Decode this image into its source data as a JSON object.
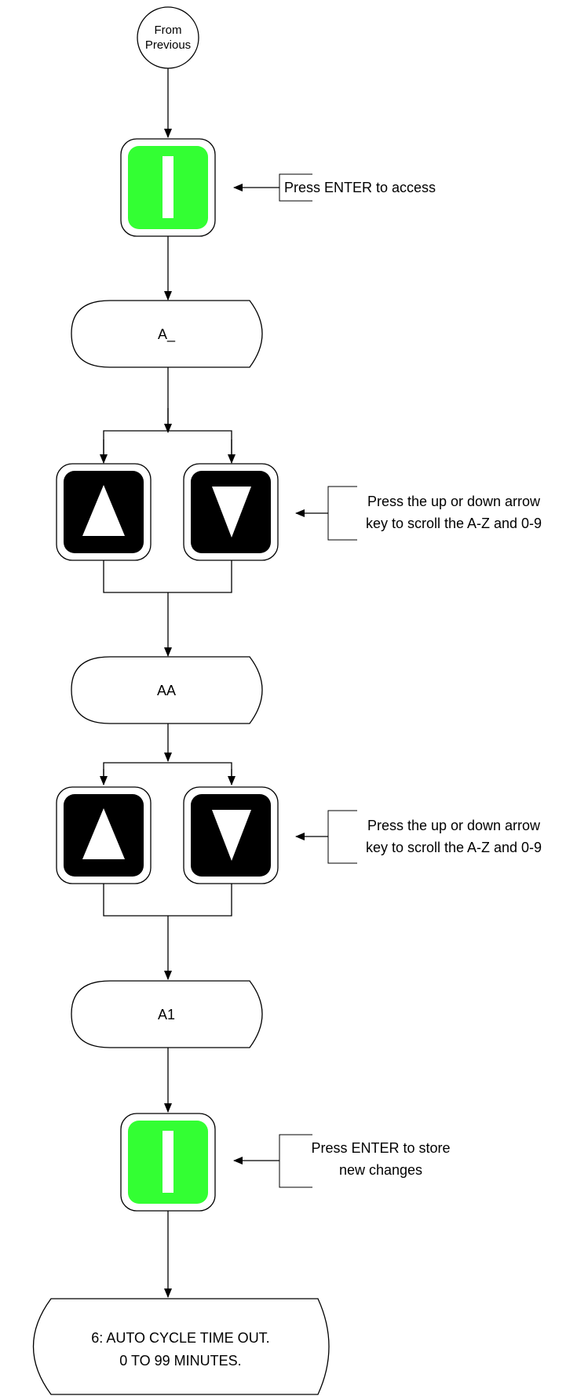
{
  "start": {
    "line1": "From",
    "line2": "Previous"
  },
  "enter_icon": "enter-key",
  "up_icon": "up-arrow-key",
  "down_icon": "down-arrow-key",
  "colors": {
    "enter_key": "#33ff33",
    "arrow_key": "#000000",
    "stroke": "#000000"
  },
  "notes": {
    "press_enter_access": "Press ENTER to access",
    "scroll_1_line1": "Press the up or down arrow",
    "scroll_1_line2": "key to scroll the A-Z and 0-9",
    "scroll_2_line1": "Press the up or down arrow",
    "scroll_2_line2": "key to scroll the A-Z and 0-9",
    "press_enter_store_line1": "Press ENTER to store",
    "press_enter_store_line2": "new changes"
  },
  "displays": {
    "first": "A_",
    "second": "AA",
    "third": "A1"
  },
  "end": {
    "line1": "6: AUTO CYCLE TIME OUT.",
    "line2": "0 TO 99 MINUTES."
  }
}
